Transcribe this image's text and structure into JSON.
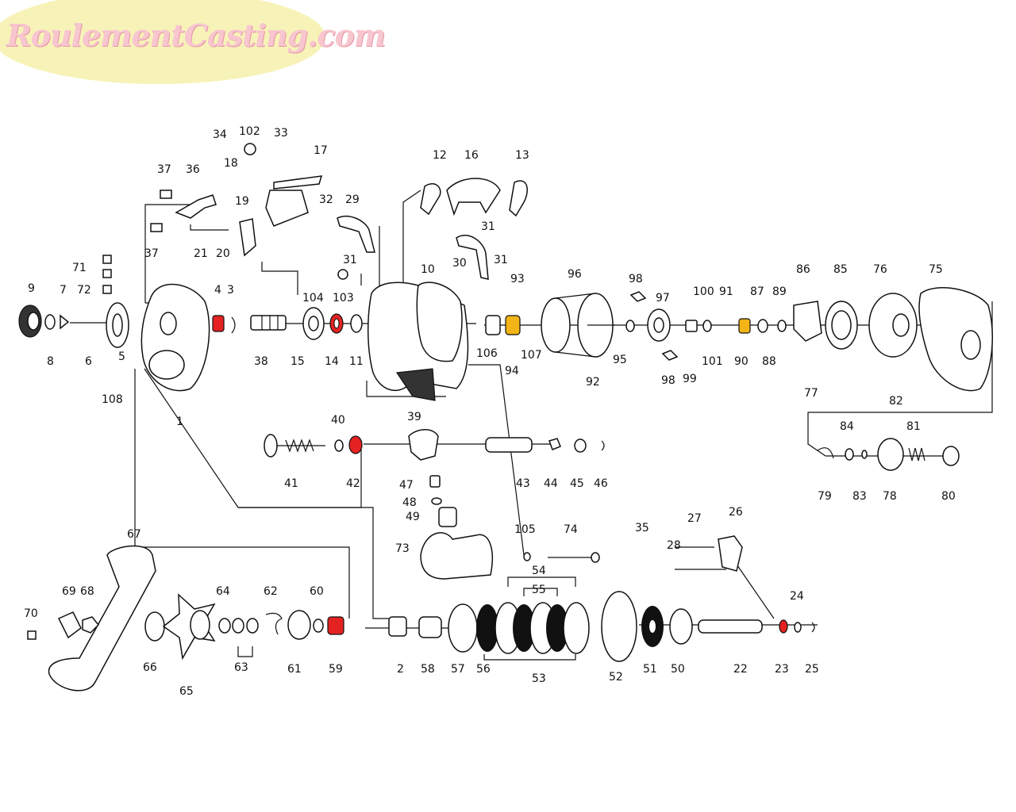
{
  "brand": {
    "watermark": "RoulementCasting.com",
    "blob_color": "#f7f3b8",
    "text_color": "#f7c6cf"
  },
  "colors": {
    "line": "#111111",
    "highlight_red": "#e52222",
    "highlight_yellow": "#f2b416"
  },
  "part_labels": [
    "1",
    "2",
    "3",
    "4",
    "5",
    "6",
    "7",
    "8",
    "9",
    "10",
    "11",
    "12",
    "13",
    "14",
    "15",
    "16",
    "17",
    "18",
    "19",
    "20",
    "21",
    "22",
    "23",
    "24",
    "25",
    "26",
    "27",
    "28",
    "29",
    "30",
    "31",
    "31",
    "31",
    "32",
    "33",
    "34",
    "35",
    "36",
    "37",
    "37",
    "38",
    "39",
    "40",
    "41",
    "42",
    "43",
    "44",
    "45",
    "46",
    "47",
    "48",
    "49",
    "50",
    "51",
    "52",
    "53",
    "54",
    "55",
    "56",
    "57",
    "58",
    "59",
    "60",
    "61",
    "62",
    "63",
    "64",
    "65",
    "66",
    "67",
    "68",
    "69",
    "70",
    "71",
    "72",
    "73",
    "74",
    "75",
    "76",
    "77",
    "78",
    "79",
    "80",
    "81",
    "82",
    "83",
    "84",
    "85",
    "86",
    "87",
    "88",
    "89",
    "90",
    "91",
    "92",
    "93",
    "94",
    "95",
    "96",
    "97",
    "98",
    "98",
    "99",
    "100",
    "101",
    "102",
    "103",
    "104",
    "105",
    "106",
    "107",
    "108"
  ]
}
